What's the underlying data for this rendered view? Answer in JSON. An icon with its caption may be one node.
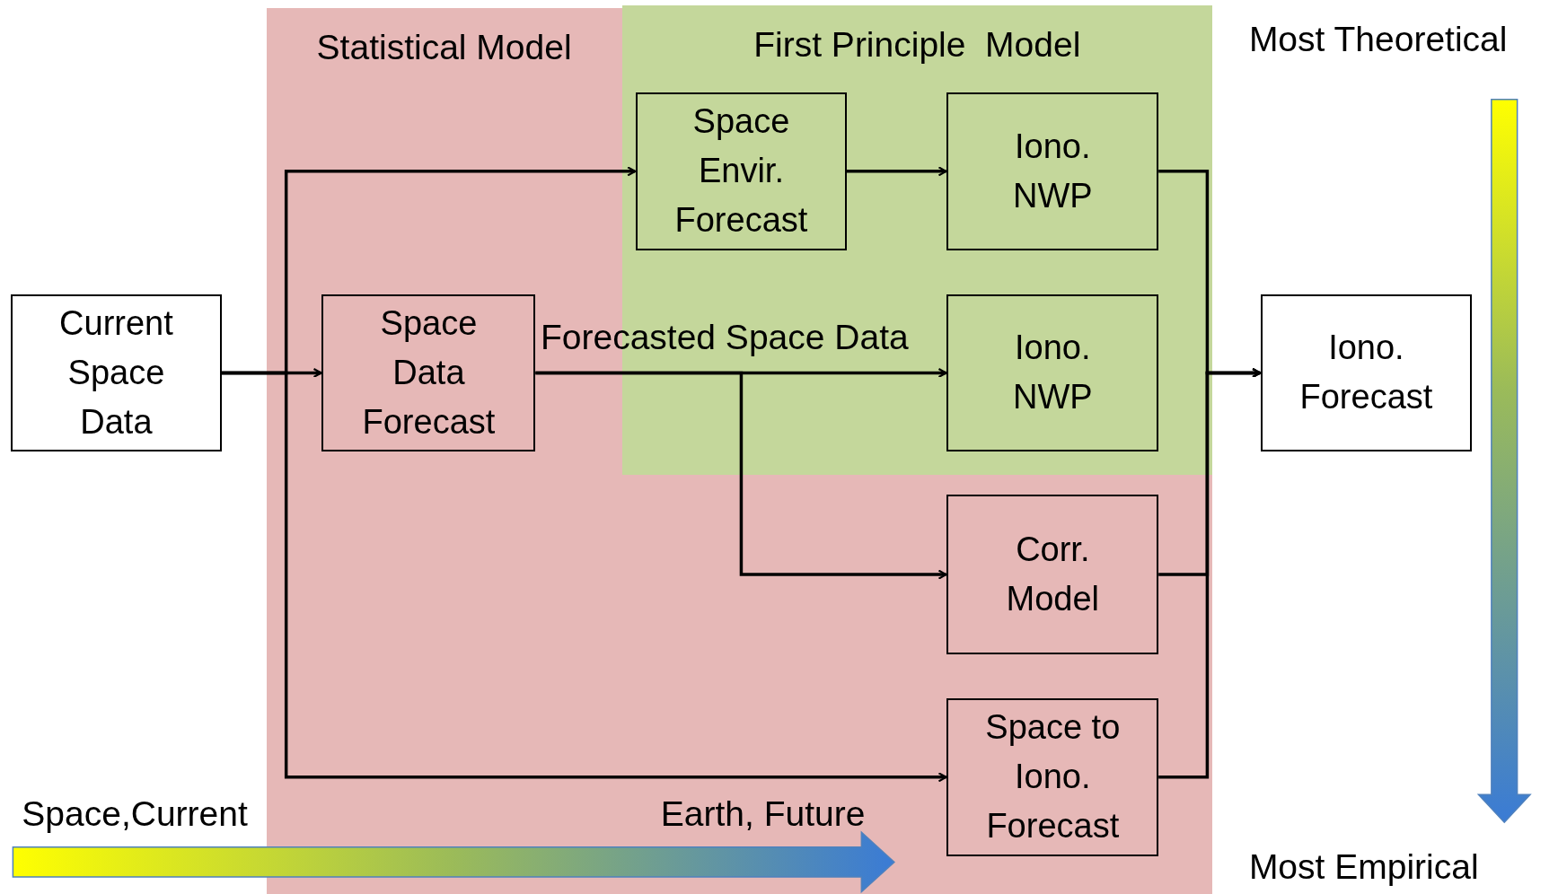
{
  "diagram": {
    "nodes": [
      {
        "text": [
          "Statistical Model"
        ]
      },
      {
        "text": [
          "First Principle  Model"
        ],
        "in": 0
      },
      {
        "text": [
          "Current Space Data"
        ]
      },
      {
        "text": [
          "Space Data Forecast"
        ],
        "in": 0
      },
      {
        "text": [
          "Space Envir. Forecast"
        ],
        "in": 1
      },
      {
        "text": [
          "Iono. NWP"
        ],
        "in": 1
      },
      {
        "text": [
          "Iono. NWP"
        ],
        "in": 1
      },
      {
        "text": [
          "Corr. Model"
        ],
        "in": 0
      },
      {
        "text": [
          "Space to Iono. Forecast"
        ],
        "in": 0
      },
      {
        "text": [
          "Iono. Forecast"
        ]
      }
    ],
    "edges": [
      {
        "from": 2,
        "to": 3,
        "arrow": "to"
      },
      {
        "from": 2,
        "to": 4,
        "arrow": "to"
      },
      {
        "from": 2,
        "to": 8,
        "arrow": "to"
      },
      {
        "from": 3,
        "to": 6,
        "arrow": "to",
        "label": "Forecasted Space Data"
      },
      {
        "from": 3,
        "to": 7,
        "arrow": "to"
      },
      {
        "from": 4,
        "to": 5,
        "arrow": "to"
      },
      {
        "from": 5,
        "to": 9,
        "arrow": "to"
      },
      {
        "from": 7,
        "to": 9,
        "arrow": "to"
      },
      {
        "from": 8,
        "to": 9,
        "arrow": "to"
      }
    ],
    "labels": [
      "Most Theoretical",
      "Space,Current",
      "Earth, Future",
      "Most Empirical"
    ]
  }
}
